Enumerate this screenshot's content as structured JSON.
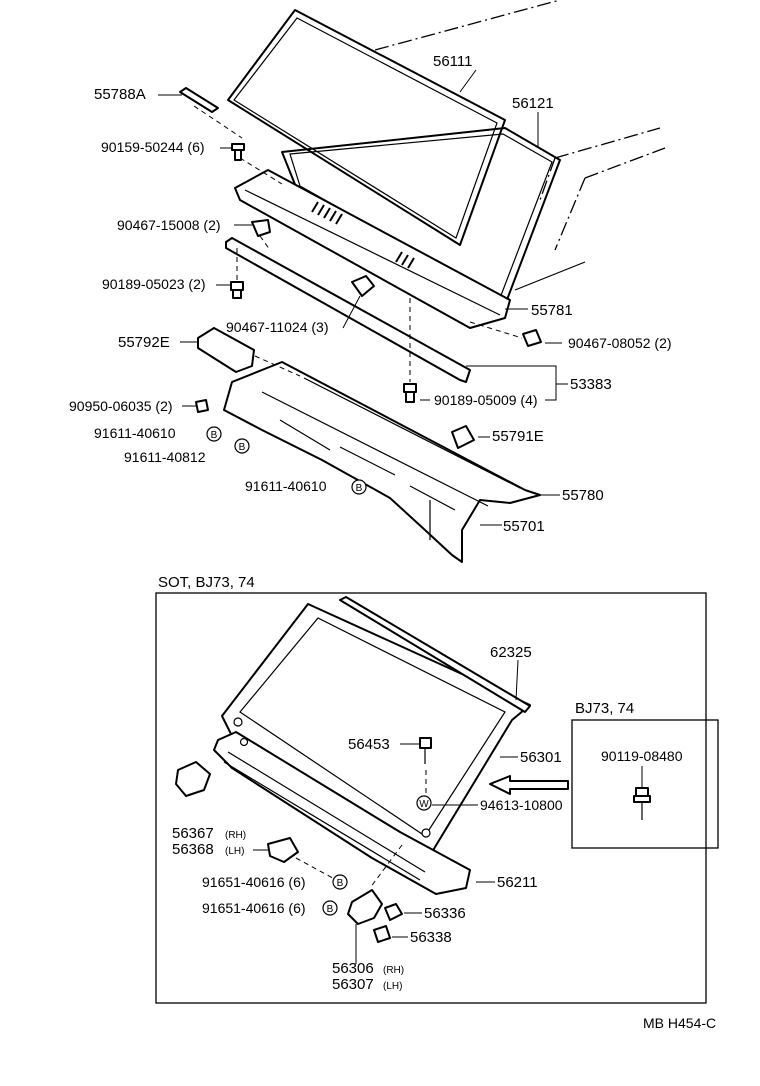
{
  "labels": {
    "p56111": "56111",
    "p56121": "56121",
    "p55788A": "55788A",
    "p90159": "90159-50244 (6)",
    "p90467_15008": "90467-15008 (2)",
    "p90189_05023": "90189-05023 (2)",
    "p90467_11024": "90467-11024 (3)",
    "p55781": "55781",
    "p90467_08052": "90467-08052 (2)",
    "p55792E": "55792E",
    "p53383": "53383",
    "p90189_05009": "90189-05009 (4)",
    "p90950": "90950-06035 (2)",
    "p91611_40610a": "91611-40610",
    "p91611_40812": "91611-40812",
    "p55791E": "55791E",
    "p91611_40610b": "91611-40610",
    "p55780": "55780",
    "p55701": "55701",
    "p62325": "62325",
    "p56453": "56453",
    "p56301": "56301",
    "p94613": "94613-10800",
    "p56367": "56367",
    "p56367_side": "(RH)",
    "p56368": "56368",
    "p56368_side": "(LH)",
    "p91651a": "91651-40616 (6)",
    "p91651b": "91651-40616 (6)",
    "p56211": "56211",
    "p56336": "56336",
    "p56338": "56338",
    "p56306": "56306",
    "p56306_side": "(RH)",
    "p56307": "56307",
    "p56307_side": "(LH)",
    "p90119": "90119-08480"
  },
  "markers": {
    "b": "B",
    "w": "W"
  },
  "sections": {
    "sot": "SOT, BJ73, 74",
    "bj": "BJ73, 74"
  },
  "footer": {
    "code": "MB  H454-C"
  }
}
